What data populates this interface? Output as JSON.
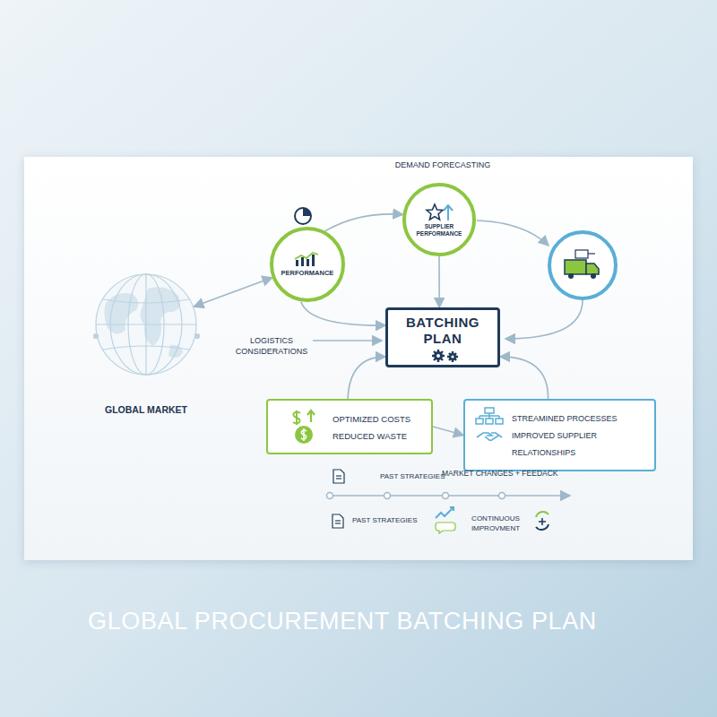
{
  "diagram": {
    "title": "GLOBAL PROCUREMENT BATCHING PLAN",
    "nodes": [
      {
        "text": [
          "DEMAND FORECASTING",
          "SUPPLIER PERFORMANCE"
        ]
      },
      {
        "text": [
          "PERFORMANCE"
        ]
      },
      {
        "text": [
          "GLOBAL MARKET"
        ]
      },
      {
        "text": [
          "BATCHING PLAN"
        ]
      },
      {
        "text": [
          "OPTIMIZED COSTS",
          "REDUCED WASTE"
        ]
      },
      {
        "text": [
          "STREAMINED PROCESSES",
          "IMPROVED SUPPLIER RELATIONSHIPS"
        ]
      }
    ],
    "edges": [
      {
        "from": 2,
        "to": 1,
        "arrow": "both"
      },
      {
        "from": 1,
        "to": 0,
        "arrow": "to"
      },
      {
        "from": 0,
        "to": 3,
        "arrow": "to"
      },
      {
        "from": 1,
        "to": 3,
        "arrow": "to"
      },
      {
        "from": 4,
        "to": 5,
        "arrow": "to"
      },
      {
        "from": 4,
        "to": 3,
        "arrow": "to"
      },
      {
        "from": 5,
        "to": 3,
        "arrow": "to"
      }
    ],
    "labels": [
      "LOGISTICS CONSIDERATIONS",
      "PAST STRATEGIES",
      "MARKET CHANGES + FEEDACK",
      "PAST STRATEGIES",
      "CONTINUOUS IMPROVMENT"
    ]
  }
}
